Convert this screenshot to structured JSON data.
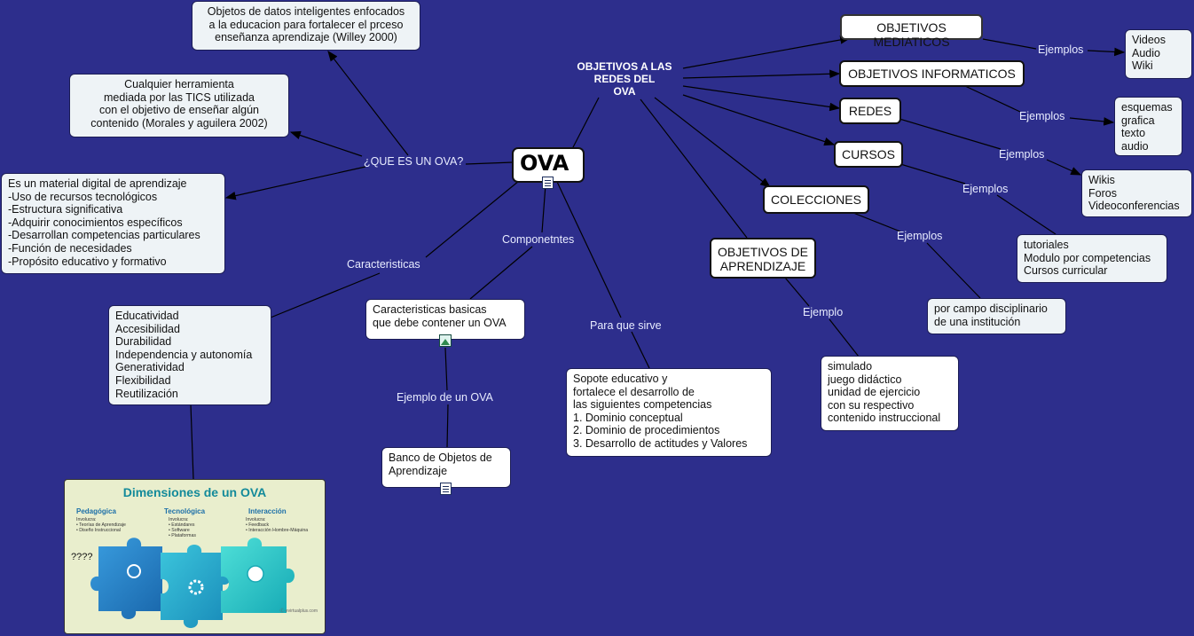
{
  "center": {
    "label": "OVA"
  },
  "objetivos_redes": {
    "label": "OBJETIVOS A LAS\nREDES DEL\nOVA"
  },
  "links": {
    "que_es": "¿QUE ES UN OVA?",
    "caracteristicas": "Caracteristicas",
    "componentes": "Componetntes",
    "para_que": "Para que sirve",
    "ejemplo_ova": "Ejemplo de un OVA",
    "ejemplos_1": "Ejemplos",
    "ejemplos_2": "Ejemplos",
    "ejemplos_3": "Ejemplos",
    "ejemplos_4": "Ejemplos",
    "ejemplos_5": "Ejemplos",
    "ejemplo_aprend": "Ejemplo"
  },
  "nodes": {
    "willey": "Objetos de datos inteligentes enfocados\na la educacion para fortalecer el prceso\nenseñanza aprendizaje (Willey 2000)",
    "morales": "Cualquier herramienta\nmediada por las TICS utilizada\ncon el objetivo de enseñar algún\ncontenido  (Morales y aguilera 2002)",
    "material": "Es un material digital de aprendizaje\n-Uso de recursos tecnológicos\n-Estructura significativa\n-Adquirir conocimientos específicos\n-Desarrollan competencias particulares\n-Función de necesidades\n-Propósito educativo y formativo",
    "caracteristicas_list": "Educatividad\nAccesibilidad\nDurabilidad\nIndependencia y autonomía\nGeneratividad\nFlexibilidad\nReutilización",
    "basicas": "Caracteristicas basicas\nque debe contener un OVA",
    "banco": "Banco de Objetos de\nAprendizaje",
    "sopote": "Sopote educativo y\nfortalece el desarrollo de\nlas siguientes competencias\n1. Dominio conceptual\n2. Dominio de procedimientos\n3. Desarrollo de actitudes y Valores",
    "obj_mediaticos": "OBJETIVOS MEDIATICOS",
    "obj_informaticos": "OBJETIVOS INFORMATICOS",
    "redes": "REDES",
    "cursos": "CURSOS",
    "colecciones": "COLECCIONES",
    "obj_aprendizaje": "OBJETIVOS DE\nAPRENDIZAJE",
    "videos": "Videos\nAudio\nWiki",
    "esquemas": "esquemas\ngrafica\ntexto\naudio",
    "wikis": "Wikis\nForos\nVideoconferencias",
    "tutoriales": "tutoriales\nModulo por competencias\nCursos curricular",
    "campo": "por campo disciplinario\nde una institución",
    "simulado": "simulado\njuego didáctico\nunidad de ejercicio\ncon su respectivo\ncontenido instruccional"
  },
  "image": {
    "title": "Dimensiones de un OVA",
    "pedagogica": "Pedagógica",
    "pedagogica_sub": "Involucra:\n• Teorías de Aprendizaje\n• Diseño Instruccional",
    "tecnologica": "Tecnológica",
    "tecnologica_sub": "Involucra:\n• Estándares\n• Software\n• Plataformas",
    "interaccion": "Interacción",
    "interaccion_sub": "Involucra:\n• Feedback\n• Interacción Hombre-Máquina",
    "question": "????",
    "credit": "Ⓒ evirtualplus.com"
  },
  "colors": {
    "background": "#2d2e8c",
    "node": "#eef3f6",
    "line": "#000000",
    "puzzle_blue": "#1f7fc4",
    "puzzle_teal": "#2fc3cc"
  }
}
